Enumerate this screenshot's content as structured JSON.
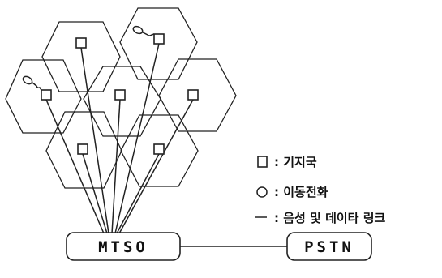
{
  "network": {
    "switching_center": "MTSO",
    "public_network": "PSTN"
  },
  "legend": {
    "items": [
      {
        "symbol": "square",
        "label": ": 기지국"
      },
      {
        "symbol": "circle",
        "label": ": 이동전화"
      },
      {
        "symbol": "line",
        "label": ": 음성 및 데이타 링크"
      }
    ]
  }
}
